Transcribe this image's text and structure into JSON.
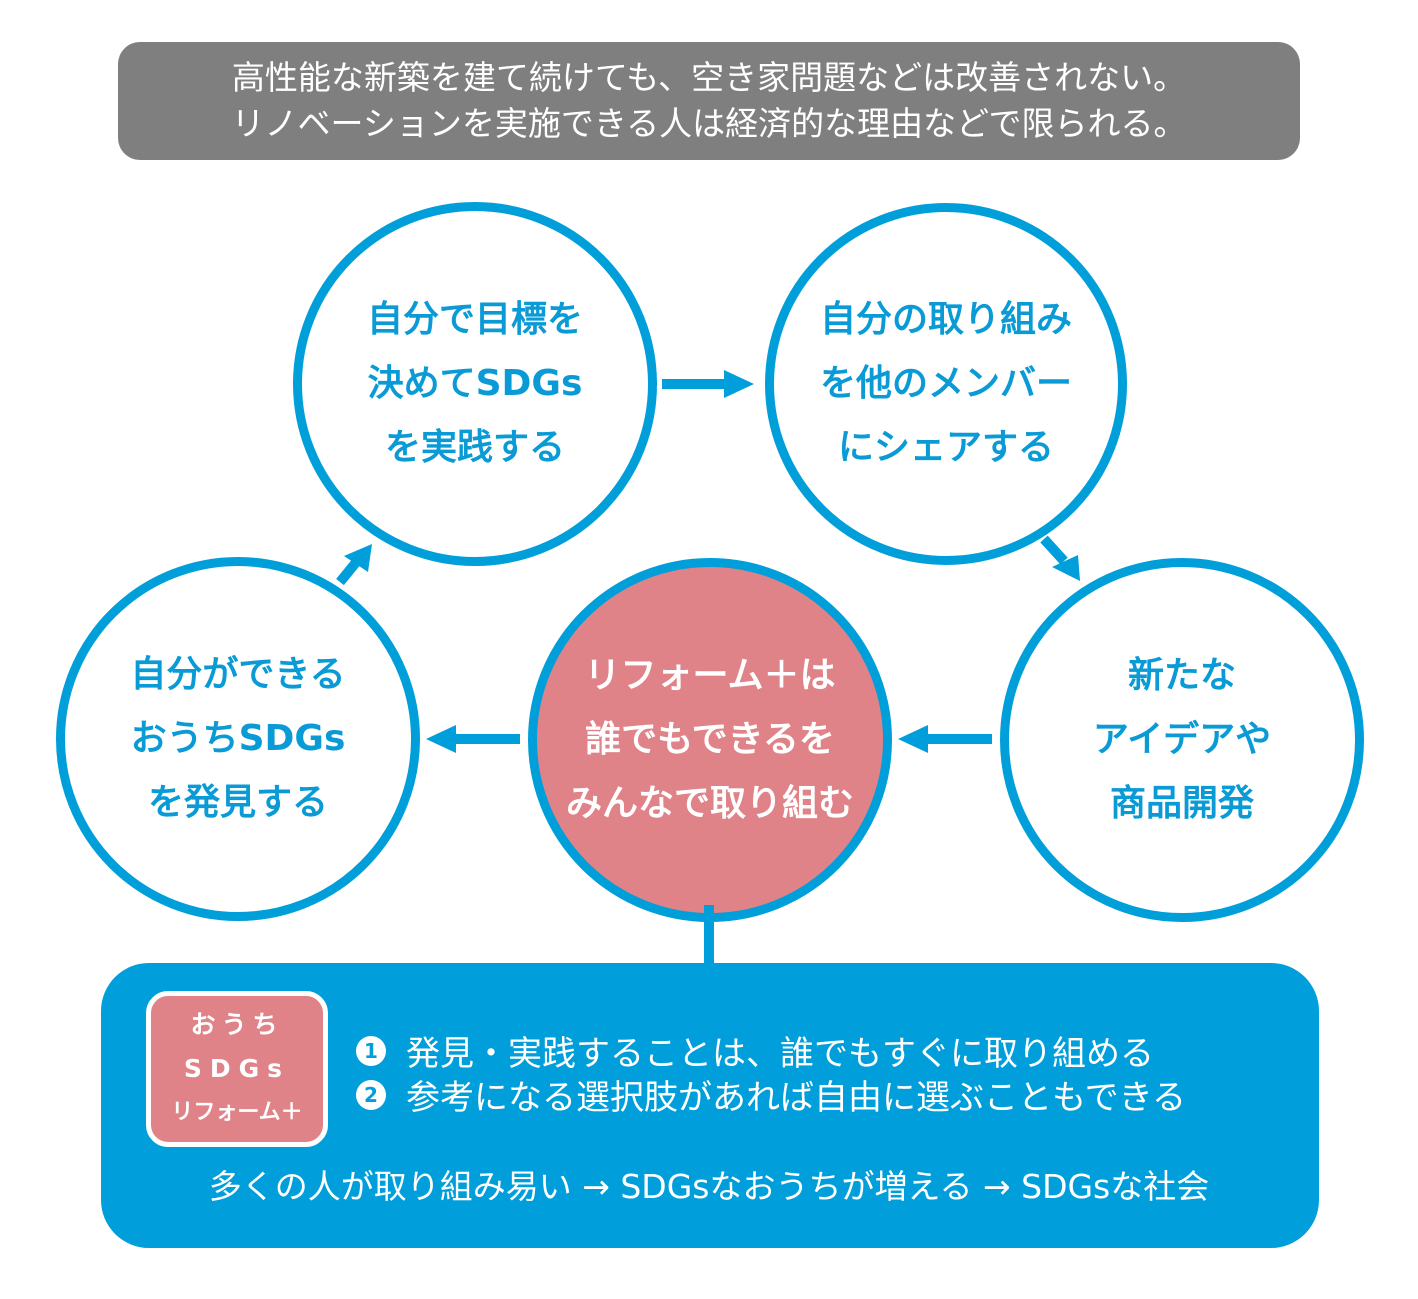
{
  "banner": {
    "lines": [
      "高性能な新築を建て続けても、空き家問題などは改善されない。",
      "リノベーションを実施できる人は経済的な理由などで限られる。"
    ],
    "background": "#7f7f7f"
  },
  "colors": {
    "accent_blue": "#009fdb",
    "center_pink": "#e08389",
    "text_blue": "#0a9bd6"
  },
  "cycle": {
    "top_left": {
      "lines": [
        "自分で目標を",
        "決めてSDGs",
        "を実践する"
      ]
    },
    "top_right": {
      "lines": [
        "自分の取り組み",
        "を他のメンバー",
        "にシェアする"
      ]
    },
    "right": {
      "lines": [
        "新たな",
        "アイデアや",
        "商品開発"
      ]
    },
    "left": {
      "lines": [
        "自分ができる",
        "おうちSDGs",
        "を発見する"
      ]
    },
    "center": {
      "lines": [
        "リフォーム＋は",
        "誰でもできるを",
        "みんなで取り組む"
      ]
    },
    "arrows": [
      {
        "from": "top_left",
        "to": "top_right",
        "direction": "right"
      },
      {
        "from": "top_right",
        "to": "right",
        "direction": "down-right"
      },
      {
        "from": "right",
        "to": "center",
        "direction": "left"
      },
      {
        "from": "center",
        "to": "left",
        "direction": "left"
      },
      {
        "from": "left",
        "to": "top_left",
        "direction": "up-right"
      }
    ]
  },
  "panel": {
    "badge": {
      "line1": "おうち",
      "line2": "SDGs",
      "line3": "リフォーム＋"
    },
    "points": [
      {
        "number": "1",
        "text": "発見・実践することは、誰でもすぐに取り組める"
      },
      {
        "number": "2",
        "text": "参考になる選択肢があれば自由に選ぶこともできる"
      }
    ],
    "flow_text": "多くの人が取り組み易い → SDGsなおうちが増える → SDGsな社会"
  }
}
